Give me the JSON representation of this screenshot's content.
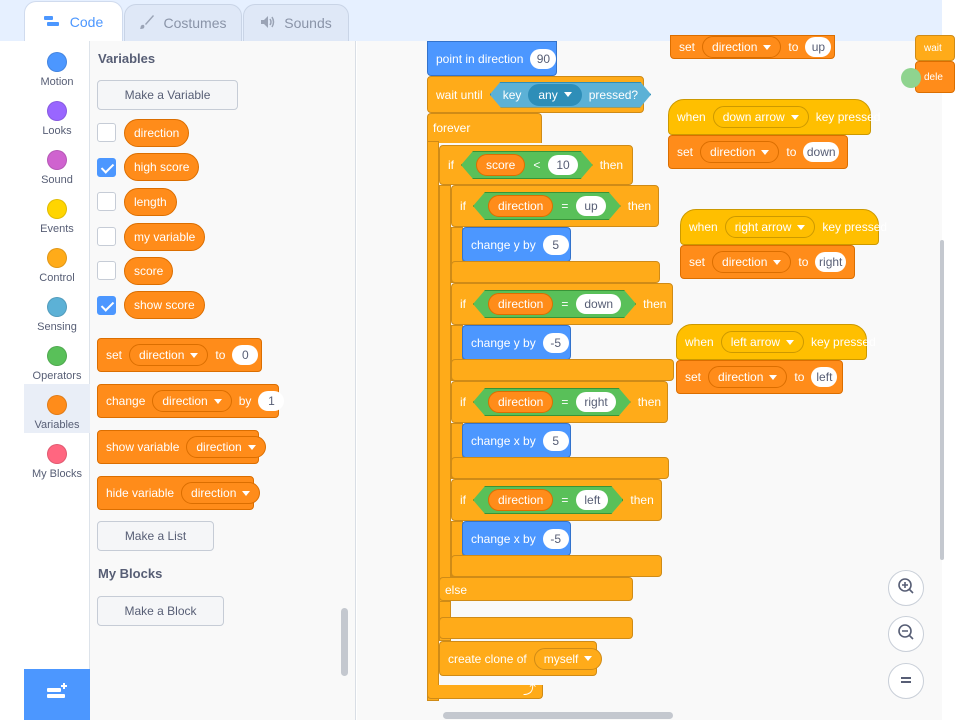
{
  "tabs": {
    "code": "Code",
    "costumes": "Costumes",
    "sounds": "Sounds"
  },
  "categories": [
    {
      "label": "Motion",
      "color": "#4c97ff"
    },
    {
      "label": "Looks",
      "color": "#9966ff"
    },
    {
      "label": "Sound",
      "color": "#cf63cf"
    },
    {
      "label": "Events",
      "color": "#ffd500"
    },
    {
      "label": "Control",
      "color": "#ffab19"
    },
    {
      "label": "Sensing",
      "color": "#5cb1d6"
    },
    {
      "label": "Operators",
      "color": "#59c059"
    },
    {
      "label": "Variables",
      "color": "#ff8c1a"
    },
    {
      "label": "My Blocks",
      "color": "#ff6680"
    }
  ],
  "palette": {
    "variables_header": "Variables",
    "make_variable": "Make a Variable",
    "variables": [
      {
        "name": "direction",
        "checked": false
      },
      {
        "name": "high score",
        "checked": true
      },
      {
        "name": "length",
        "checked": false
      },
      {
        "name": "my variable",
        "checked": false
      },
      {
        "name": "score",
        "checked": false
      },
      {
        "name": "show score",
        "checked": true
      }
    ],
    "set_block": {
      "set": "set",
      "var": "direction",
      "to": "to",
      "value": "0"
    },
    "change_block": {
      "change": "change",
      "var": "direction",
      "by": "by",
      "value": "1"
    },
    "show_block": {
      "label": "show variable",
      "var": "direction"
    },
    "hide_block": {
      "label": "hide variable",
      "var": "direction"
    },
    "make_list": "Make a List",
    "myblocks_header": "My Blocks",
    "make_block": "Make a Block"
  },
  "script": {
    "point_dir": {
      "label": "point in direction",
      "value": "90"
    },
    "wait_until": {
      "label": "wait until",
      "key": "key",
      "any": "any",
      "pressed": "pressed?"
    },
    "forever": "forever",
    "if_score": {
      "if": "if",
      "var": "score",
      "op": "<",
      "value": "10",
      "then": "then"
    },
    "if_up": {
      "if": "if",
      "var": "direction",
      "op": "=",
      "value": "up",
      "then": "then"
    },
    "change_y_5": {
      "label": "change y by",
      "value": "5"
    },
    "if_down": {
      "if": "if",
      "var": "direction",
      "op": "=",
      "value": "down",
      "then": "then"
    },
    "change_y_m5": {
      "label": "change y by",
      "value": "-5"
    },
    "if_right": {
      "if": "if",
      "var": "direction",
      "op": "=",
      "value": "right",
      "then": "then"
    },
    "change_x_5": {
      "label": "change x by",
      "value": "5"
    },
    "if_left": {
      "if": "if",
      "var": "direction",
      "op": "=",
      "value": "left",
      "then": "then"
    },
    "change_x_m5": {
      "label": "change x by",
      "value": "-5"
    },
    "else": "else",
    "clone": {
      "label": "create clone of",
      "target": "myself"
    }
  },
  "events": {
    "top_partial": {
      "set": "set",
      "var": "direction",
      "to": "to",
      "value": "up"
    },
    "down": {
      "when": "when",
      "key": "down arrow",
      "pressed": "key pressed",
      "set": "set",
      "var": "direction",
      "to": "to",
      "value": "down"
    },
    "right": {
      "when": "when",
      "key": "right arrow",
      "pressed": "key pressed",
      "set": "set",
      "var": "direction",
      "to": "to",
      "value": "right"
    },
    "left": {
      "when": "when",
      "key": "left arrow",
      "pressed": "key pressed",
      "set": "set",
      "var": "direction",
      "to": "to",
      "value": "left"
    },
    "edge_wait": "wait",
    "edge_dele": "dele"
  },
  "zoom": {
    "in": "zoom-in-icon",
    "out": "zoom-out-icon",
    "reset": "zoom-reset-icon"
  }
}
